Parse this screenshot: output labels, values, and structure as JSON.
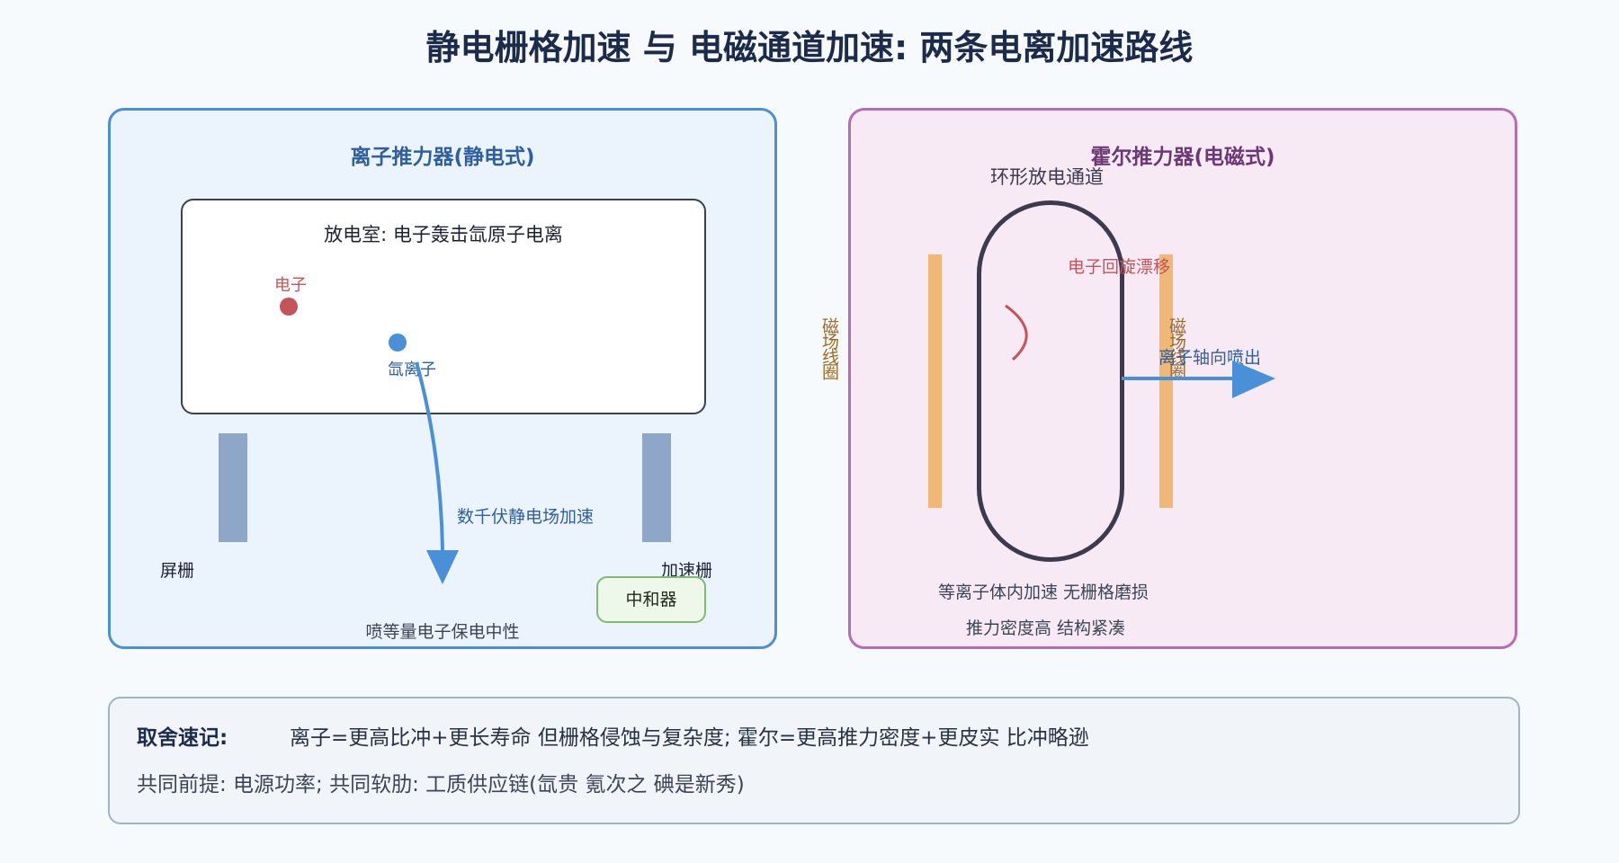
{
  "title": "静电栅格加速 与 电磁通道加速: 两条电离加速路线",
  "ion_thruster": {
    "heading": "离子推力器(静电式)",
    "chamber_label": "放电室: 电子轰击氙原子电离",
    "electron_label": "电子",
    "ion_label": "氙离子",
    "acceleration_label": "数千伏静电场加速",
    "screen_grid_label": "屏栅",
    "accel_grid_label": "加速栅",
    "neutralizer_label": "中和器",
    "neutral_note": "喷等量电子保电中性"
  },
  "hall_thruster": {
    "heading": "霍尔推力器(电磁式)",
    "channel_label": "环形放电通道",
    "drift_label": "电子回旋漂移",
    "coil_label_left": "磁场线圈",
    "coil_label_right": "磁场线圈",
    "exhaust_label": "离子轴向喷出",
    "note_1": "等离子体内加速 无栅格磨损",
    "note_2": "推力密度高 结构紧凑"
  },
  "summary": {
    "label": "取舍速记:",
    "line_1": "离子=更高比冲+更长寿命 但栅格侵蚀与复杂度; 霍尔=更高推力密度+更皮实 比冲略逊",
    "line_2": "共同前提: 电源功率; 共同软肋: 工质供应链(氙贵 氪次之 碘是新秀)"
  },
  "colors": {
    "electron": "#c4535a",
    "ion": "#4a90d9",
    "arrow": "#4a90d9",
    "coil": "#f0b877",
    "grid": "#8ea6c8",
    "left_border": "#4a90d9",
    "right_border": "#b46cb4"
  }
}
